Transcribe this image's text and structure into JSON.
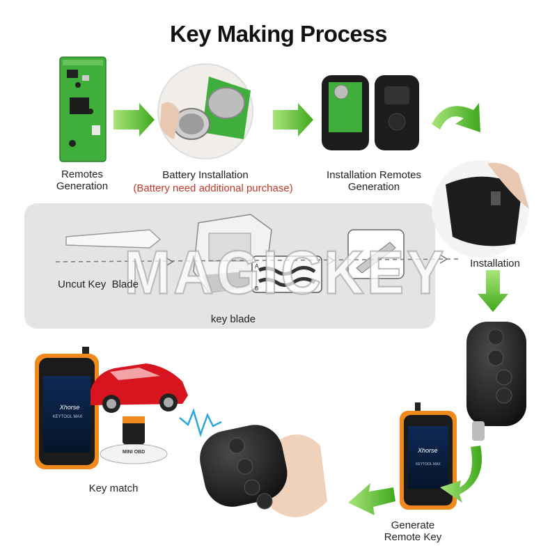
{
  "title": "Key Making Process",
  "steps": {
    "remotes_generation": "Remotes\nGeneration",
    "battery_installation": "Battery Installation",
    "battery_note": "(Battery need additional purchase)",
    "installation_remotes": "Installation Remotes\nGeneration",
    "installation": "Installation",
    "uncut_key_blade": "Uncut Key  Blade",
    "key_blade": "key blade",
    "key_match": "Key match",
    "generate_remote_key": "Generate\nRemote Key"
  },
  "device": {
    "brand": "Xhorse",
    "model": "KEYTOOL MAX",
    "adapter": "MINI OBD"
  },
  "blade_marks": {
    "a": "A",
    "b": "B"
  },
  "watermark": "MAGICKEY",
  "colors": {
    "arrow_green": "#5cc72c",
    "pcb_green": "#3fae3a",
    "device_orange": "#f08a1c",
    "car_red": "#d8151f",
    "key_black": "#1c1c1c",
    "note_red": "#c0392b",
    "signal_blue": "#2aa7d8"
  }
}
